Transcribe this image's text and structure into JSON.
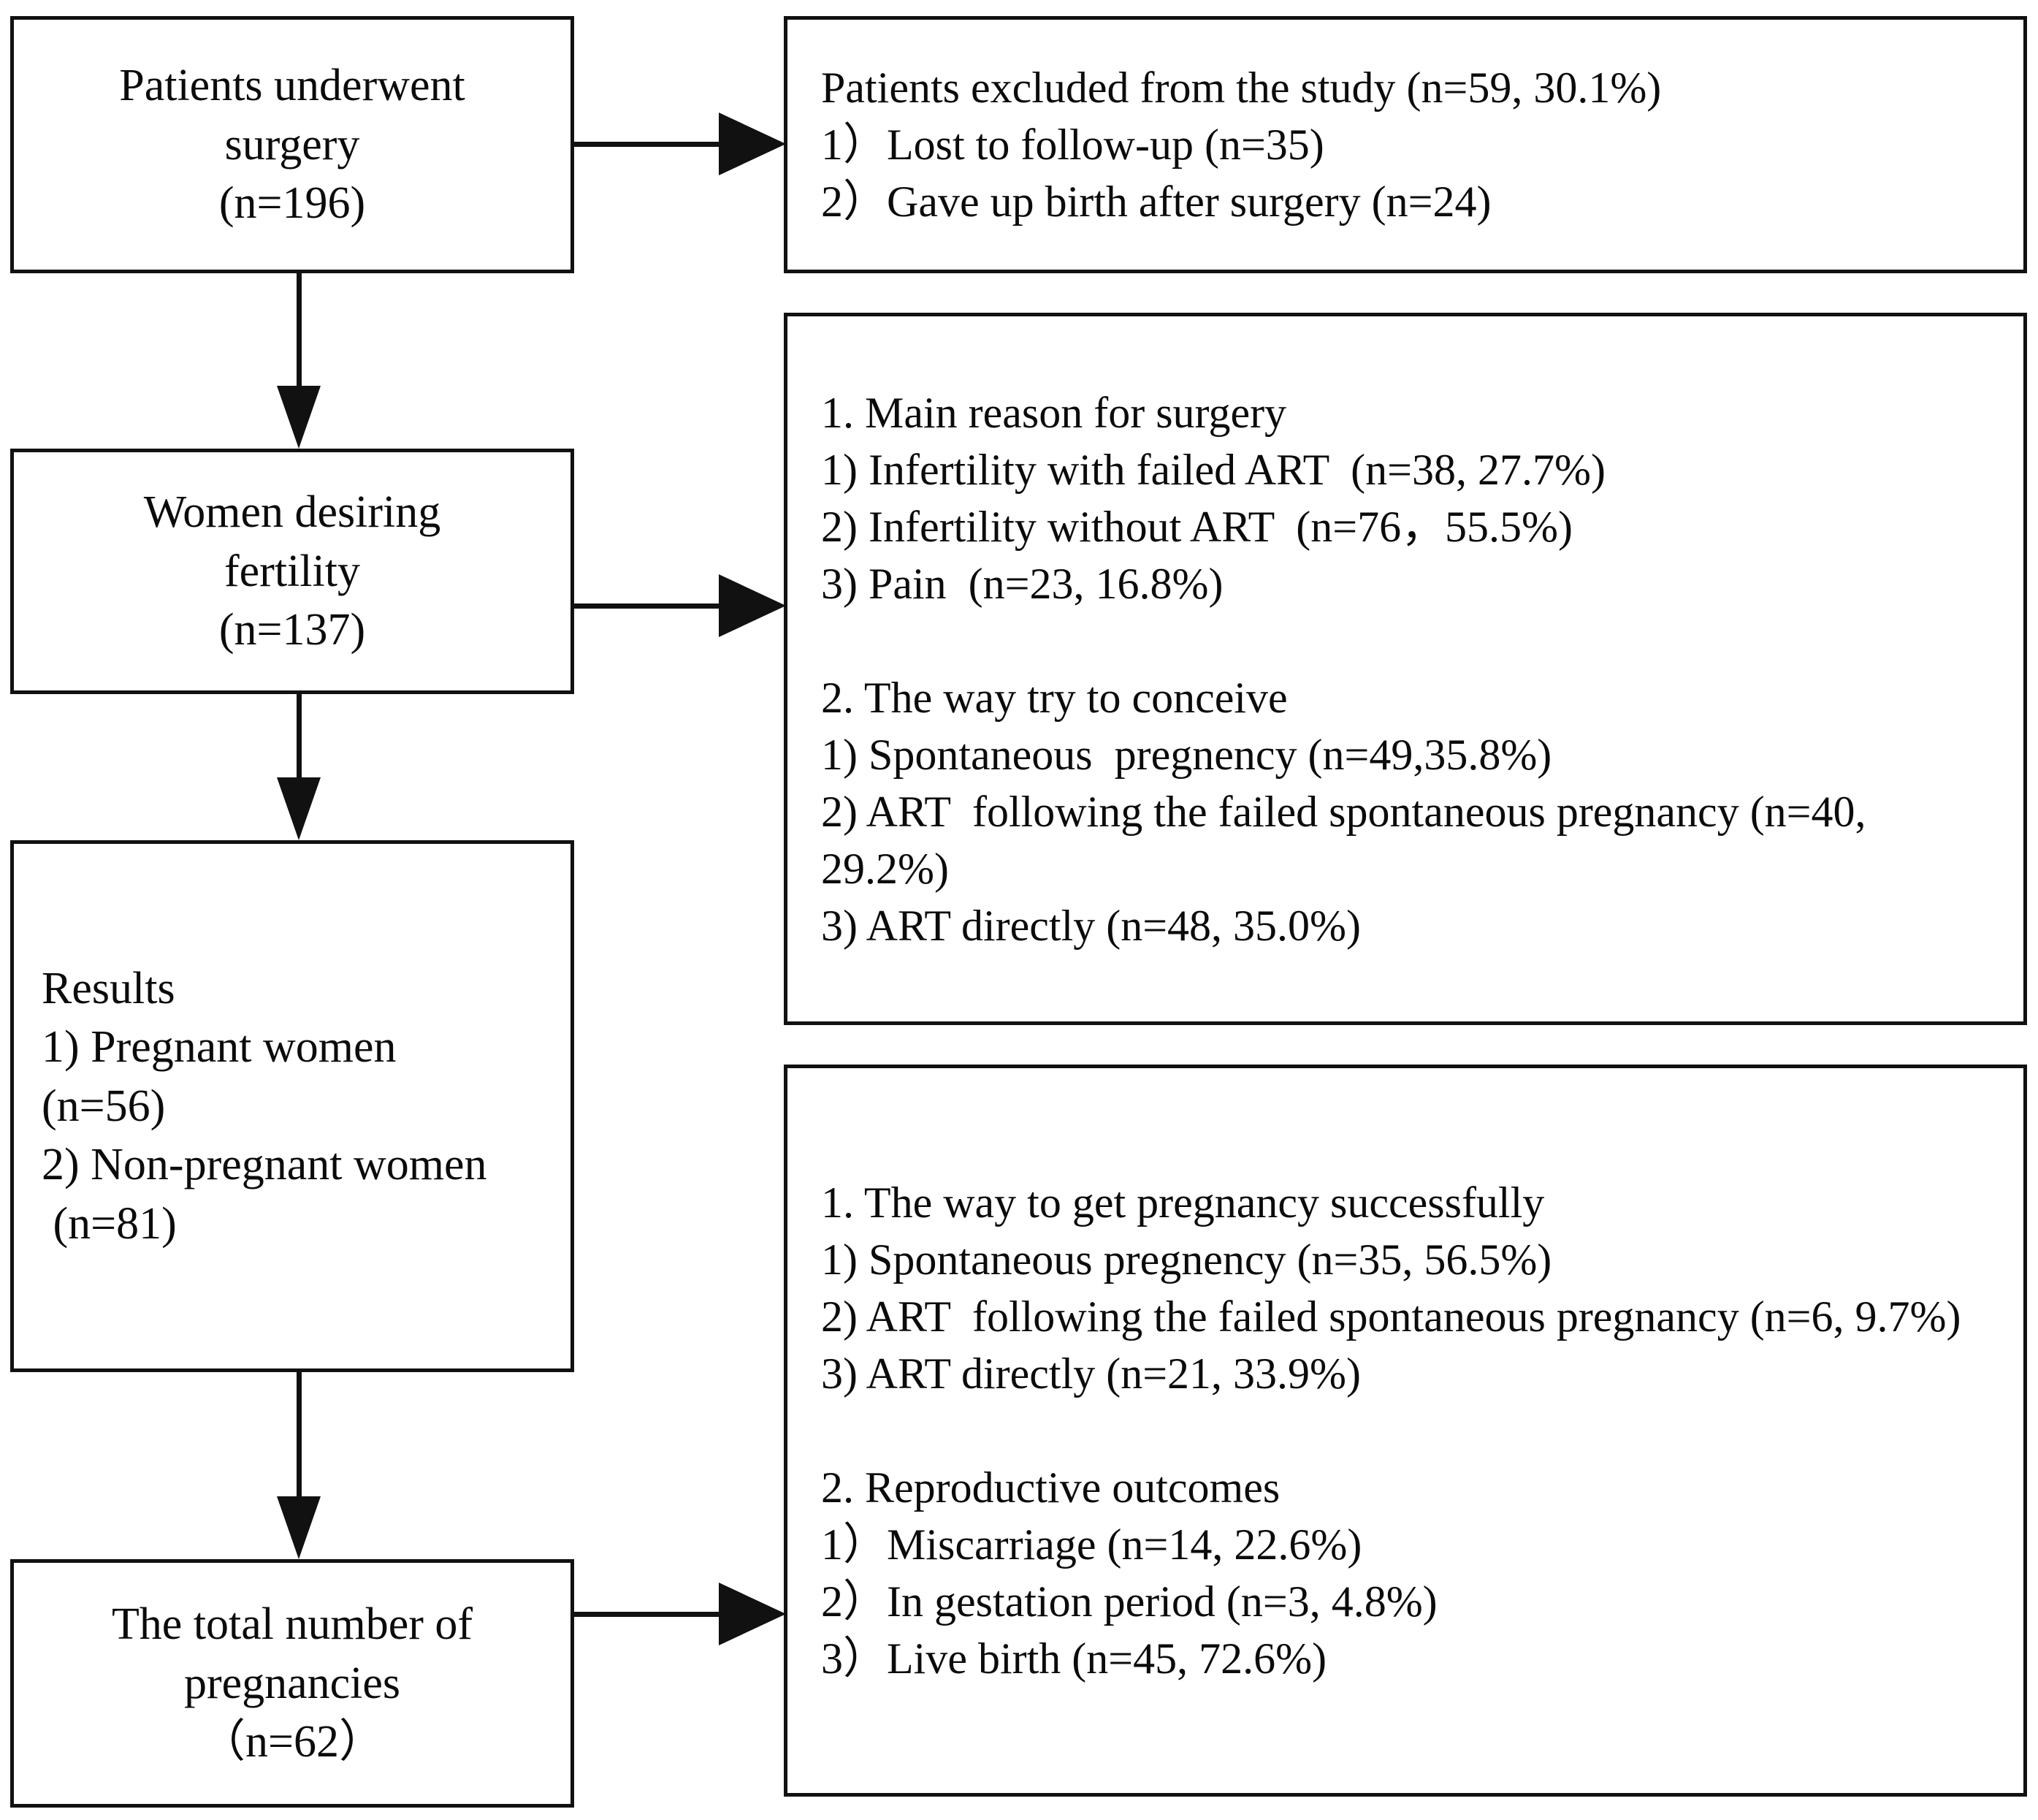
{
  "diagram": {
    "title": "Patient flow diagram of surgery and reproductive outcomes",
    "type": "flowchart",
    "nodes": {
      "surgery": {
        "label": "Patients underwent surgery",
        "text": "Patients underwent\nsurgery\n(n=196)",
        "n": 196
      },
      "excluded": {
        "label": "Patients excluded from the study",
        "text": "Patients excluded from the study (n=59, 30.1%)\n1）Lost to follow-up (n=35)\n2）Gave up birth after surgery (n=24)",
        "n": 59,
        "percent": "30.1%"
      },
      "fertility": {
        "label": "Women desiring fertility",
        "text": "Women desiring\nfertility\n(n=137)",
        "n": 137
      },
      "reasons": {
        "label": "Main reason for surgery and way try to conceive",
        "text": "1. Main reason for surgery\n1) Infertility with failed ART  (n=38, 27.7%)\n2) Infertility without ART  (n=76，55.5%)\n3) Pain  (n=23, 16.8%)\n\n2. The way try to conceive\n1) Spontaneous  pregnency (n=49,35.8%)\n2) ART  following the failed spontaneous pregnancy (n=40, 29.2%)\n3) ART directly (n=48, 35.0%)"
      },
      "results": {
        "label": "Results",
        "text": "Results\n1) Pregnant women\n(n=56)\n2) Non-pregnant women\n (n=81)"
      },
      "pregnancies": {
        "label": "The total number of pregnancies",
        "text": "The total number of\npregnancies\n（n=62）",
        "n": 62
      },
      "outcomes": {
        "label": "The way to get pregnancy successfully and reproductive outcomes",
        "text": "1. The way to get pregnancy successfully\n1) Spontaneous pregnency (n=35, 56.5%)\n2) ART  following the failed spontaneous pregnancy (n=6, 9.7%)\n3) ART directly (n=21, 33.9%)\n\n2. Reproductive outcomes\n1）Miscarriage (n=14, 22.6%)\n2）In gestation period (n=3, 4.8%)\n3）Live birth (n=45, 72.6%)"
      }
    },
    "edges": [
      {
        "from": "surgery",
        "to": "excluded",
        "direction": "right"
      },
      {
        "from": "surgery",
        "to": "fertility",
        "direction": "down"
      },
      {
        "from": "fertility",
        "to": "reasons",
        "direction": "right"
      },
      {
        "from": "fertility",
        "to": "results",
        "direction": "down"
      },
      {
        "from": "results",
        "to": "pregnancies",
        "direction": "down"
      },
      {
        "from": "pregnancies",
        "to": "outcomes",
        "direction": "right"
      }
    ],
    "colors": {
      "stroke": "#111111",
      "background": "#ffffff",
      "text": "#0b0b0b"
    }
  }
}
